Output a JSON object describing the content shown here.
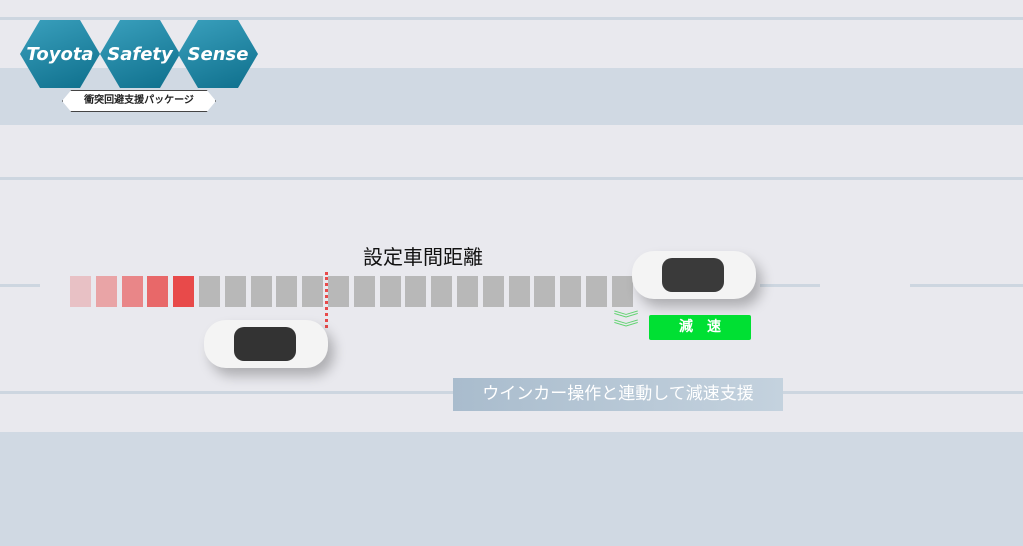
{
  "logo": {
    "words": [
      "Toyota",
      "Safety",
      "Sense"
    ],
    "subtitle": "衝突回避支援パッケージ"
  },
  "labels": {
    "distance": "設定車間距離",
    "decel": "減　速",
    "caption": "ウインカー操作と連動して減速支援"
  },
  "colors": {
    "decel": "#00e033",
    "red": "#e84a4a",
    "grey": "#b8b8b8"
  },
  "gap": {
    "red_blocks": 5,
    "grey_blocks": 17
  }
}
